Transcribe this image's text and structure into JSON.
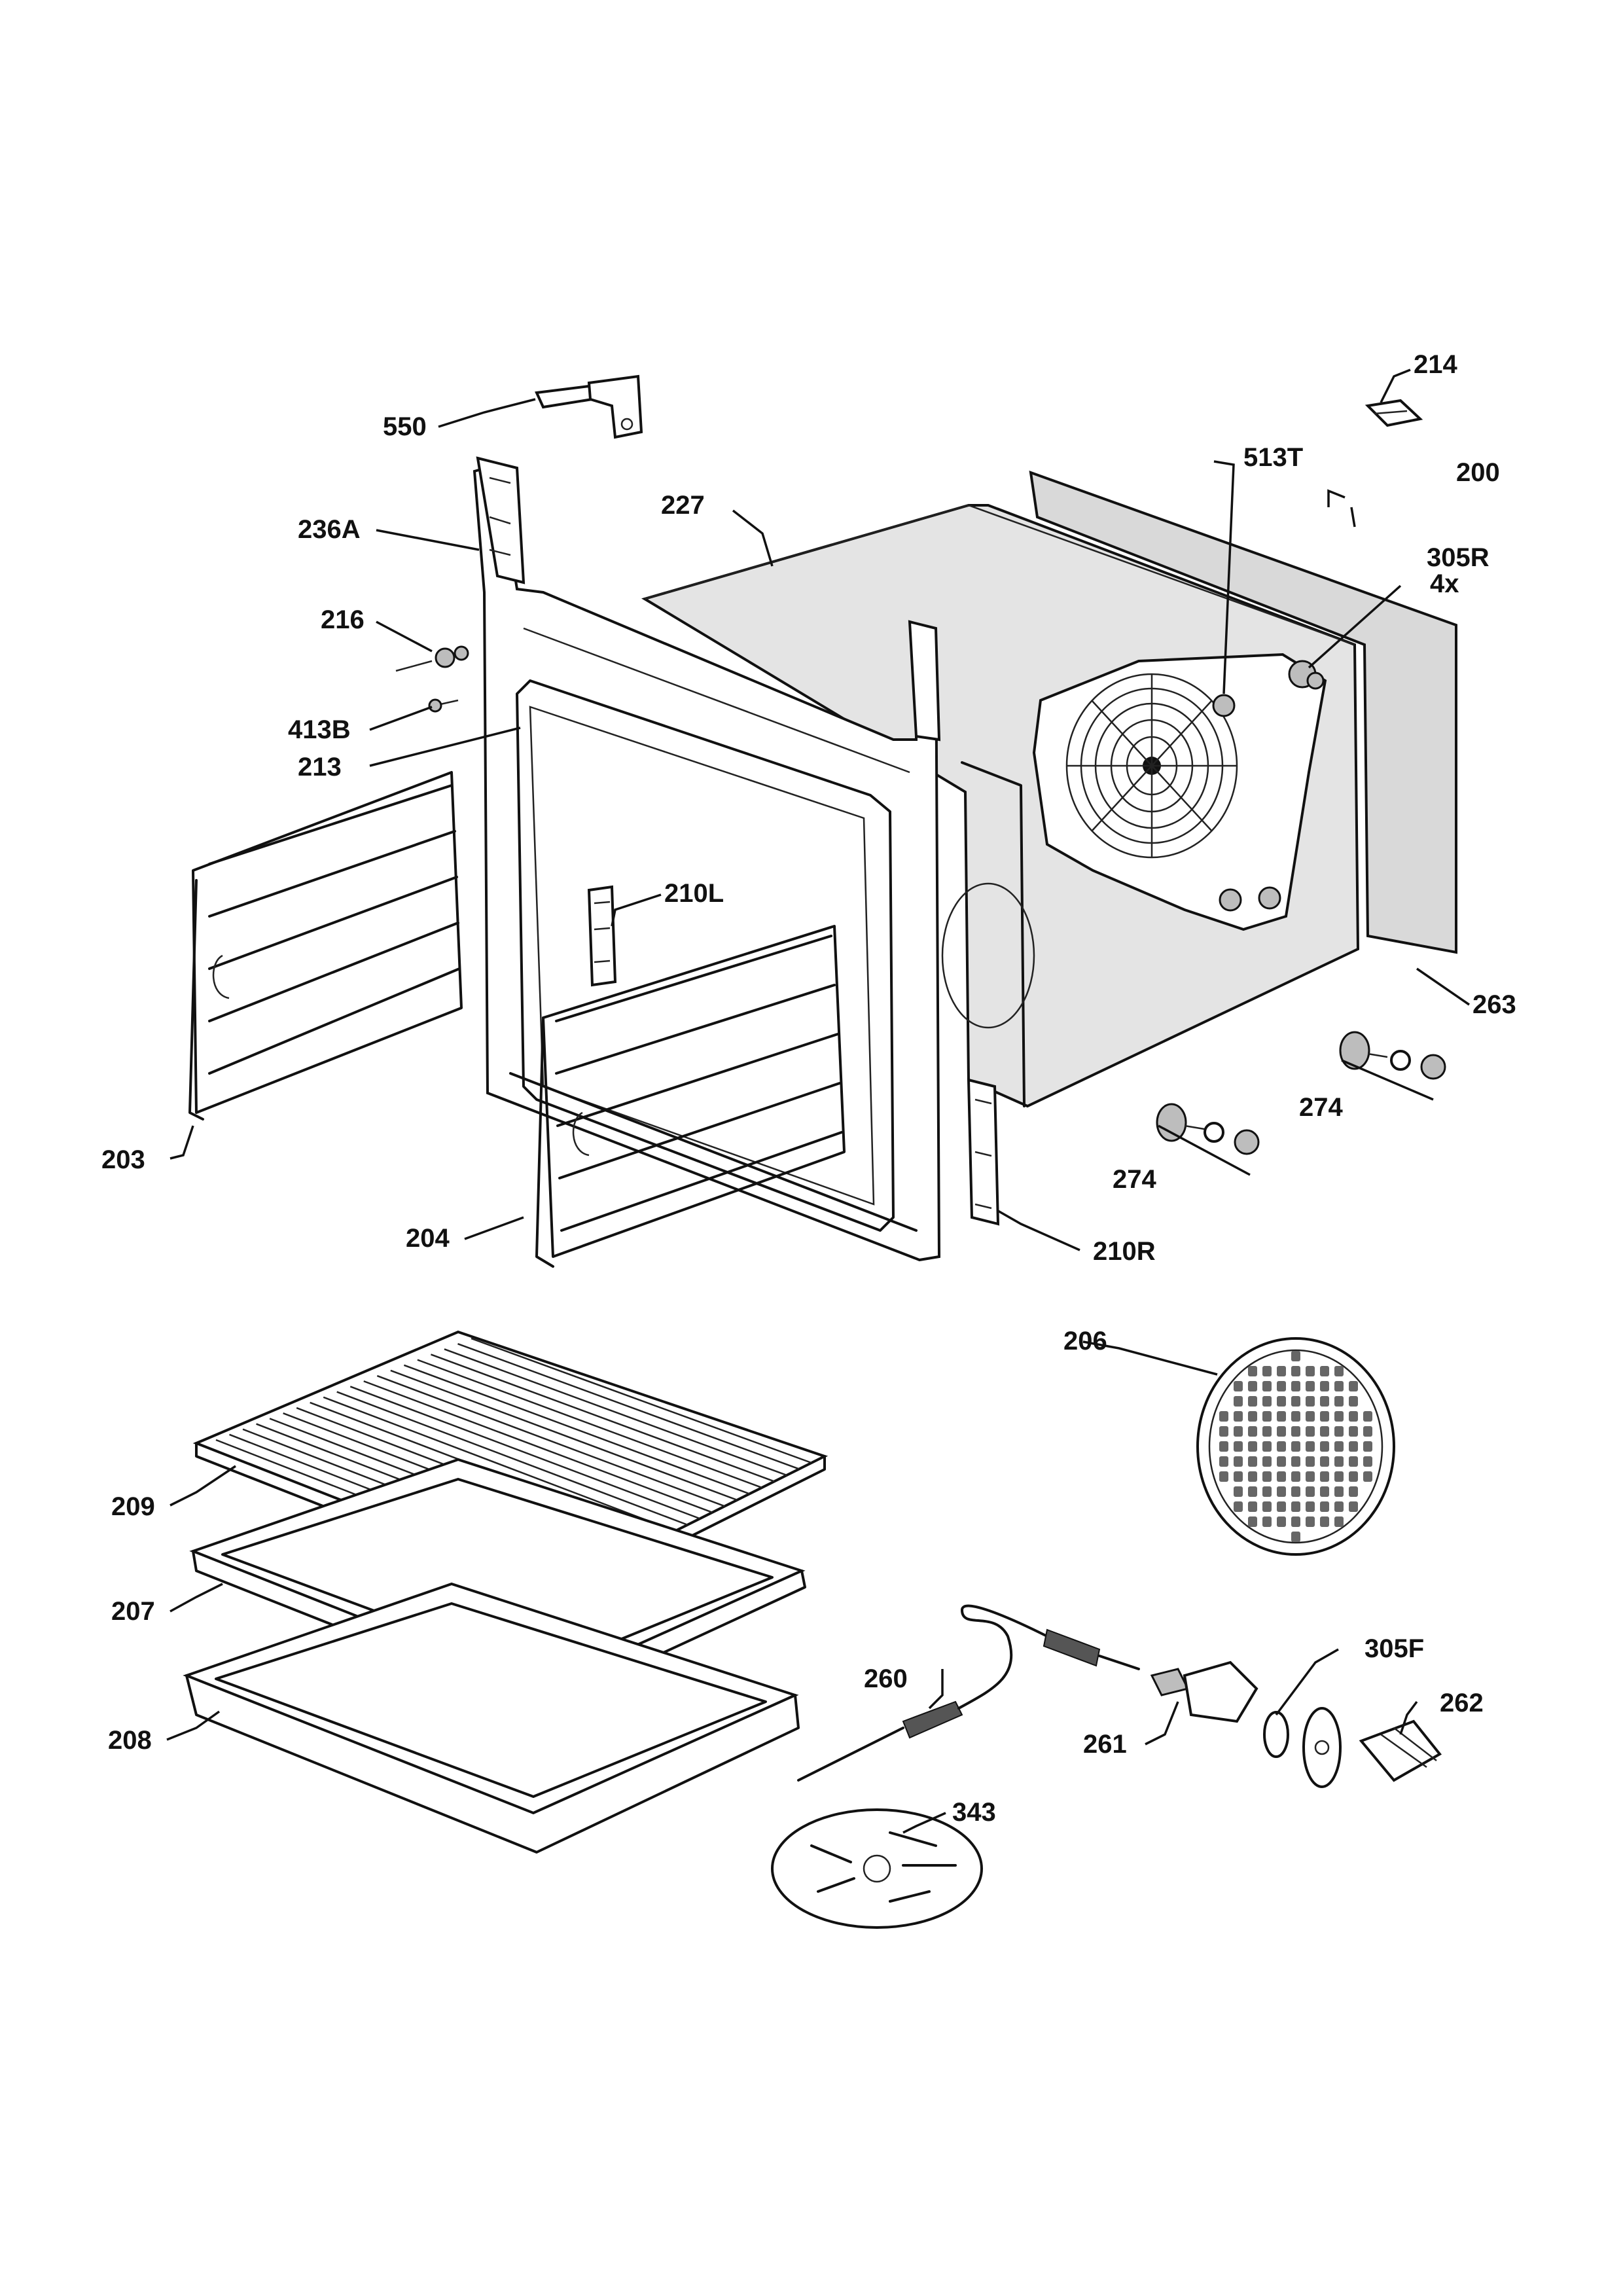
{
  "labels": {
    "p550": "550",
    "p214": "214",
    "p236A": "236A",
    "p227": "227",
    "p513T": "513T",
    "p200": "200",
    "p305R": "305R",
    "p4x": "4x",
    "p216": "216",
    "p413B": "413B",
    "p213": "213",
    "p210L": "210L",
    "p263": "263",
    "p274a": "274",
    "p274b": "274",
    "p203": "203",
    "p204": "204",
    "p210R": "210R",
    "p206": "206",
    "p209": "209",
    "p207": "207",
    "p208": "208",
    "p260": "260",
    "p305F": "305F",
    "p262": "262",
    "p261": "261",
    "p343": "343"
  }
}
